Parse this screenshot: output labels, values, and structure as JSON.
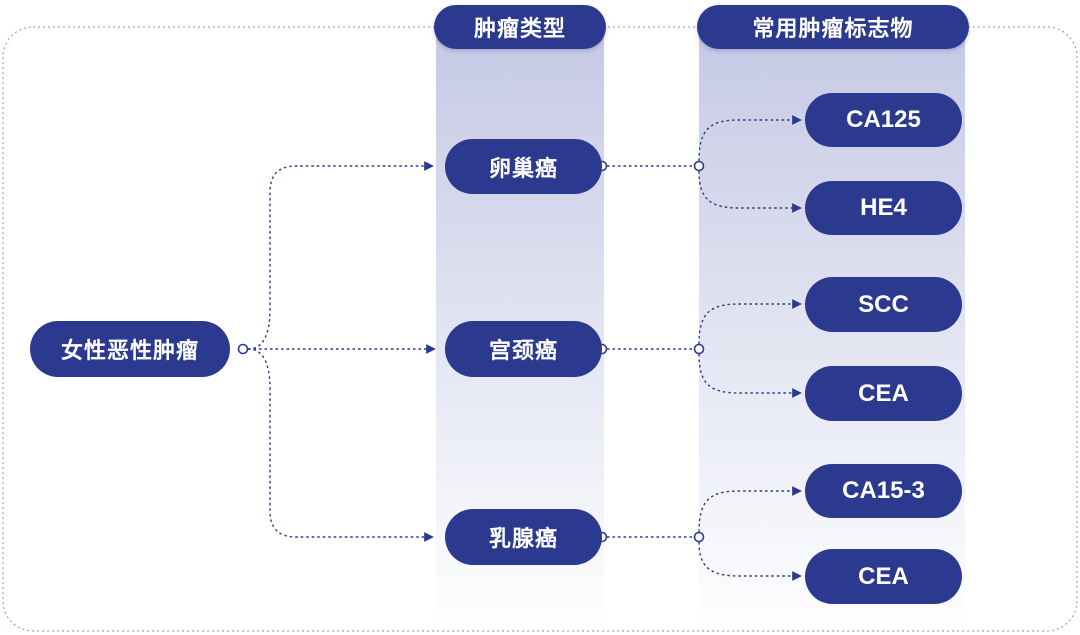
{
  "colors": {
    "primary": "#2b3a8f",
    "connector": "#2b3a8f",
    "column_bg_top": "#c9cde6",
    "column_bg_bottom": "#ffffff",
    "frame_border": "#9aa0c8"
  },
  "headers": {
    "tumor_type": "肿瘤类型",
    "markers": "常用肿瘤标志物"
  },
  "root": {
    "label": "女性恶性肿瘤"
  },
  "tumor_types": [
    {
      "label": "卵巢癌",
      "markers": [
        "CA125",
        "HE4"
      ]
    },
    {
      "label": "宫颈癌",
      "markers": [
        "SCC",
        "CEA"
      ]
    },
    {
      "label": "乳腺癌",
      "markers": [
        "CA15-3",
        "CEA"
      ]
    }
  ]
}
